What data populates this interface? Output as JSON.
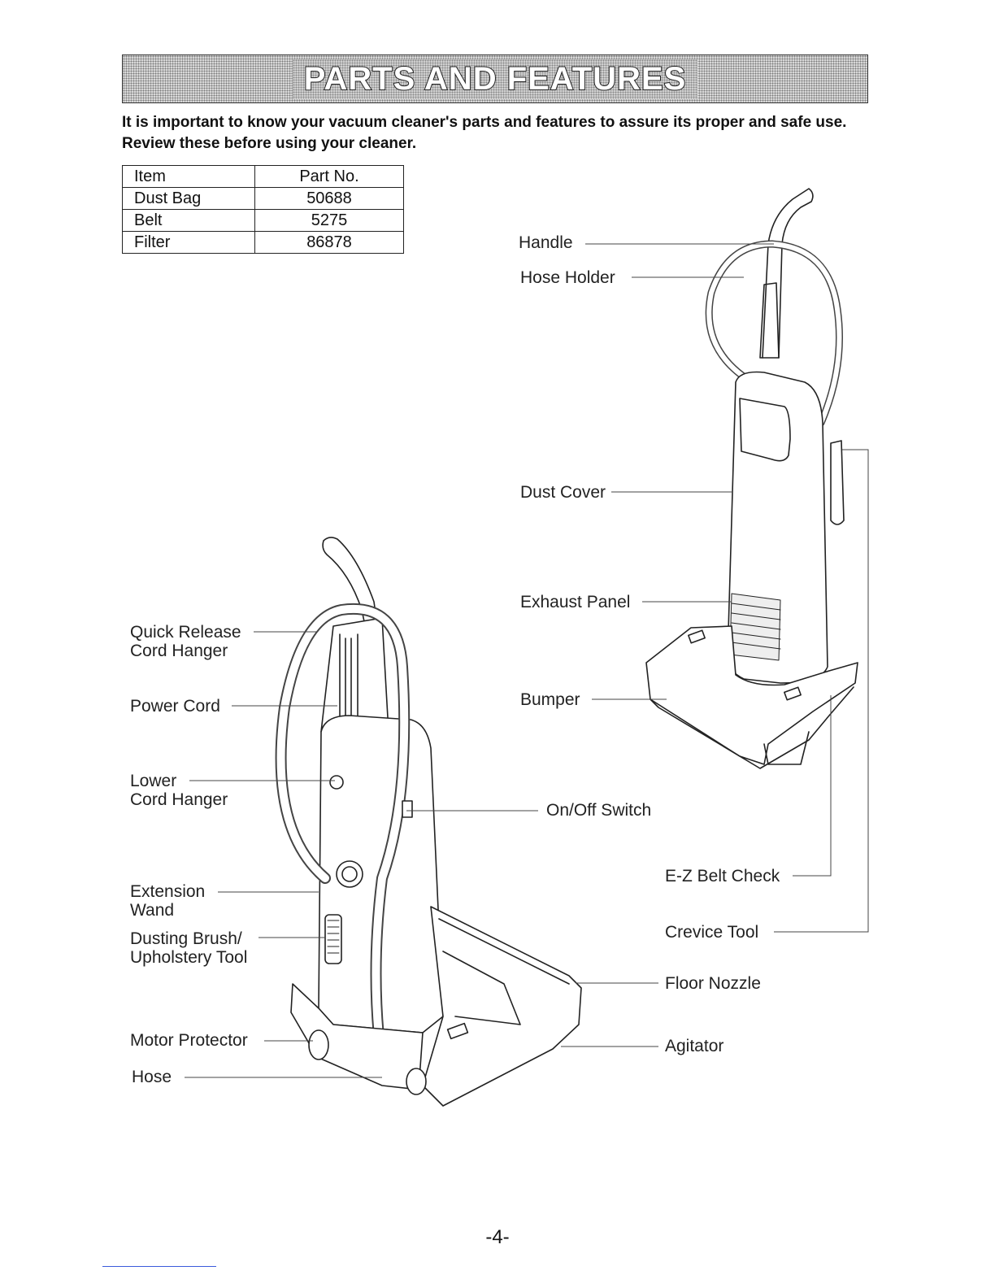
{
  "header": {
    "title": "PARTS AND FEATURES"
  },
  "intro": "It is important to know your vacuum cleaner's parts and features to assure its proper and safe use. Review these before using your cleaner.",
  "parts_table": {
    "headers": [
      "Item",
      "Part No."
    ],
    "rows": [
      {
        "item": "Dust Bag",
        "part": "50688"
      },
      {
        "item": "Belt",
        "part": "5275"
      },
      {
        "item": "Filter",
        "part": "86878"
      }
    ]
  },
  "labels": {
    "handle": "Handle",
    "hose_holder": "Hose Holder",
    "dust_cover": "Dust Cover",
    "exhaust_panel": "Exhaust Panel",
    "bumper": "Bumper",
    "on_off_switch": "On/Off Switch",
    "ez_belt_check": "E-Z Belt Check",
    "crevice_tool": "Crevice Tool",
    "floor_nozzle": "Floor Nozzle",
    "agitator": "Agitator",
    "quick_release_1": "Quick Release",
    "quick_release_2": "Cord Hanger",
    "power_cord": "Power Cord",
    "lower_hanger_1": "Lower",
    "lower_hanger_2": "Cord Hanger",
    "extension_wand_1": "Extension",
    "extension_wand_2": "Wand",
    "dusting_brush_1": "Dusting Brush/",
    "dusting_brush_2": "Upholstery Tool",
    "motor_protector": "Motor Protector",
    "hose": "Hose"
  },
  "page_number": "-4-"
}
